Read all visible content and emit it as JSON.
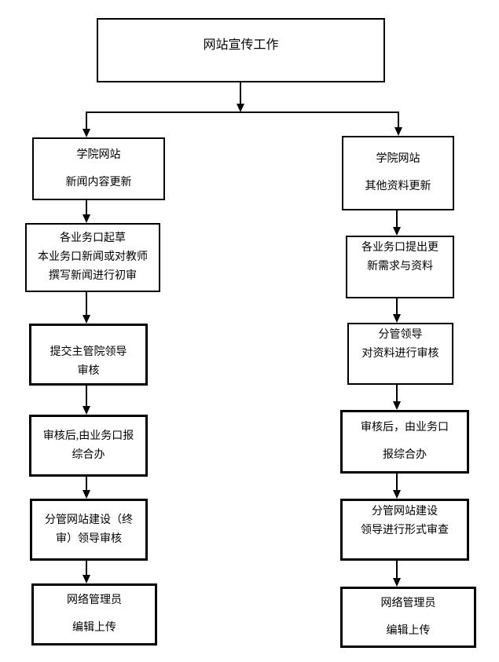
{
  "diagram": {
    "title_box": {
      "label": "网站宣传工作"
    },
    "left_column": [
      {
        "lines": [
          "学院网站",
          "新闻内容更新"
        ]
      },
      {
        "lines": [
          "各业务口起草",
          "本业务口新闻或对教师",
          "撰写新闻进行初审"
        ]
      },
      {
        "lines": [
          "提交主管院领导",
          "审核"
        ]
      },
      {
        "lines": [
          "审核后,由业务口报",
          "综合办"
        ]
      },
      {
        "lines": [
          "分管网站建设（终",
          "审）领导审核"
        ]
      },
      {
        "lines": [
          "网络管理员",
          "编辑上传"
        ]
      }
    ],
    "right_column": [
      {
        "lines": [
          "学院网站",
          "其他资料更新"
        ]
      },
      {
        "lines": [
          "各业务口提出更",
          "新需求与资料"
        ]
      },
      {
        "lines": [
          "分管领导",
          "对资料进行审核"
        ]
      },
      {
        "lines": [
          "审核后，由业务口",
          "报综合办"
        ]
      },
      {
        "lines": [
          "分管网站建设",
          "领导进行形式审查"
        ]
      },
      {
        "lines": [
          "网络管理员",
          "编辑上传"
        ]
      }
    ],
    "colors": {
      "line": "#000000",
      "background": "#ffffff"
    }
  }
}
